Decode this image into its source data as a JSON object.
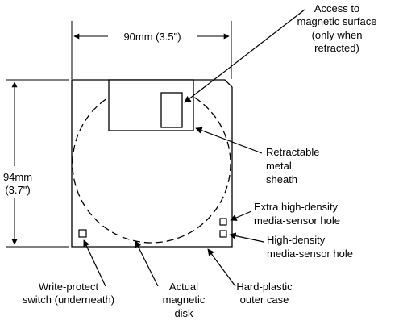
{
  "dimensions": {
    "width_label": "90mm (3.5\")",
    "height_label_lines": [
      "94mm",
      "(3.7\")"
    ]
  },
  "callouts": {
    "access": [
      "Access to",
      "magnetic surface",
      "(only when",
      "retracted)"
    ],
    "sheath": [
      "Retractable",
      "metal",
      "sheath"
    ],
    "extra_hd": [
      "Extra high-density",
      "media-sensor hole"
    ],
    "hd": [
      "High-density",
      "media-sensor hole"
    ],
    "write_protect": [
      "Write-protect",
      "switch (underneath)"
    ],
    "disk": [
      "Actual",
      "magnetic",
      "disk"
    ],
    "case": [
      "Hard-plastic",
      "outer case"
    ]
  },
  "colors": {
    "line": "#000000",
    "background": "#ffffff"
  }
}
